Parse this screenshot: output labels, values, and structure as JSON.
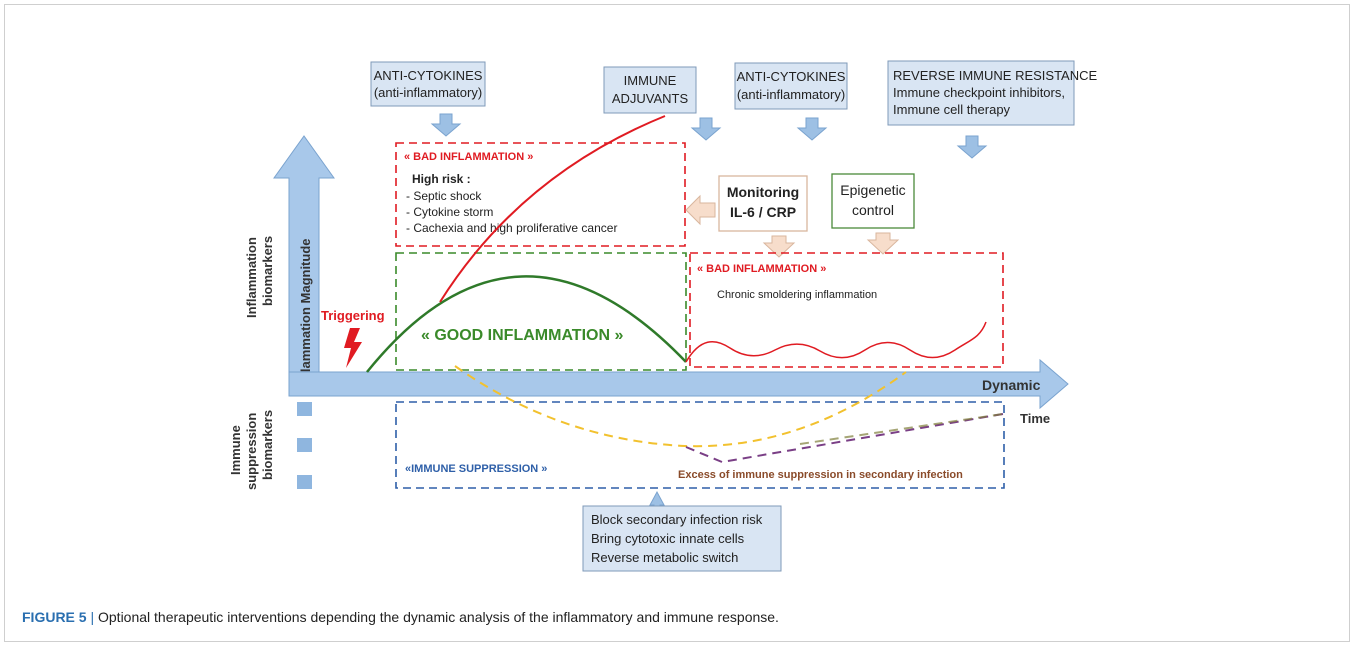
{
  "caption": {
    "figure_label": "FIGURE 5",
    "separator": "|",
    "text": "Optional therapeutic interventions depending the dynamic analysis of the inflammatory and immune response."
  },
  "colors": {
    "box_fill": "#d9e5f3",
    "box_border": "#7f9ab8",
    "arrow_blue": "#9dc0e4",
    "red": "#e01b22",
    "green": "#3a8a2a",
    "blue_dash": "#2e5fa8",
    "yellow_dash": "#f2c12e",
    "purple_dash": "#7a3f86"
  },
  "top_boxes": {
    "anti_cytokines_1": [
      "ANTI-CYTOKINES",
      "(anti-inflammatory)"
    ],
    "immune_adjuvants": [
      "IMMUNE",
      "ADJUVANTS"
    ],
    "anti_cytokines_2": [
      "ANTI-CYTOKINES",
      "(anti-inflammatory)"
    ],
    "reverse_resistance": [
      "REVERSE IMMUNE RESISTANCE",
      "Immune checkpoint inhibitors,",
      "Immune cell therapy"
    ]
  },
  "axes": {
    "y_label": "Inflammation Magnitude",
    "x_label": "Dynamic",
    "time_label": "Time",
    "left_top_label": [
      "Inflammation",
      "biomarkers"
    ],
    "left_bottom_label": [
      "Immune",
      "suppression",
      "biomarkers"
    ],
    "trigger_label": "Triggering"
  },
  "zones": {
    "bad_inflammation_1": {
      "title": "« BAD INFLAMMATION »",
      "risk_title": "High risk :",
      "risks": [
        "- Septic shock",
        "- Cytokine storm",
        "- Cachexia and high proliferative cancer"
      ]
    },
    "good_inflammation": {
      "title": "« GOOD INFLAMMATION »"
    },
    "bad_inflammation_2": {
      "title": "« BAD INFLAMMATION »",
      "subtitle": "Chronic smoldering  inflammation"
    },
    "immune_suppression": {
      "title": "«IMMUNE SUPPRESSION »",
      "note": "Excess of immune suppression in secondary infection"
    }
  },
  "side_boxes": {
    "monitoring": [
      "Monitoring",
      "IL-6 / CRP"
    ],
    "epigenetic": [
      "Epigenetic",
      "control"
    ]
  },
  "bottom_box": [
    "Block secondary infection risk",
    "Bring cytotoxic innate cells",
    "Reverse metabolic switch"
  ]
}
